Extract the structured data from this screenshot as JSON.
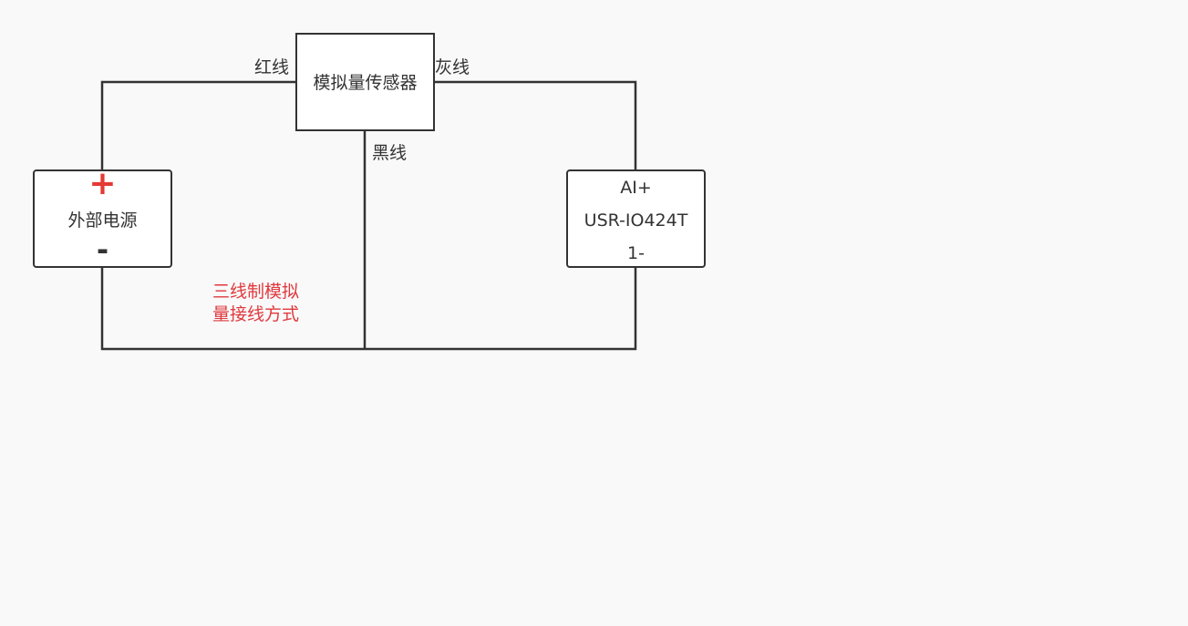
{
  "sensor": {
    "label": "模拟量传感器"
  },
  "wires": {
    "red": "红线",
    "gray": "灰线",
    "black": "黑线"
  },
  "power": {
    "label": "外部电源",
    "plus": "+",
    "minus": "-"
  },
  "device": {
    "ai": "AI+",
    "model": "USR-IO424T",
    "pin": "1-"
  },
  "note": {
    "line1": "三线制模拟",
    "line2": "量接线方式"
  },
  "colors": {
    "line": "#333333",
    "plus": "#e53935",
    "note": "#e0393e",
    "background": "#f9f9f9"
  }
}
